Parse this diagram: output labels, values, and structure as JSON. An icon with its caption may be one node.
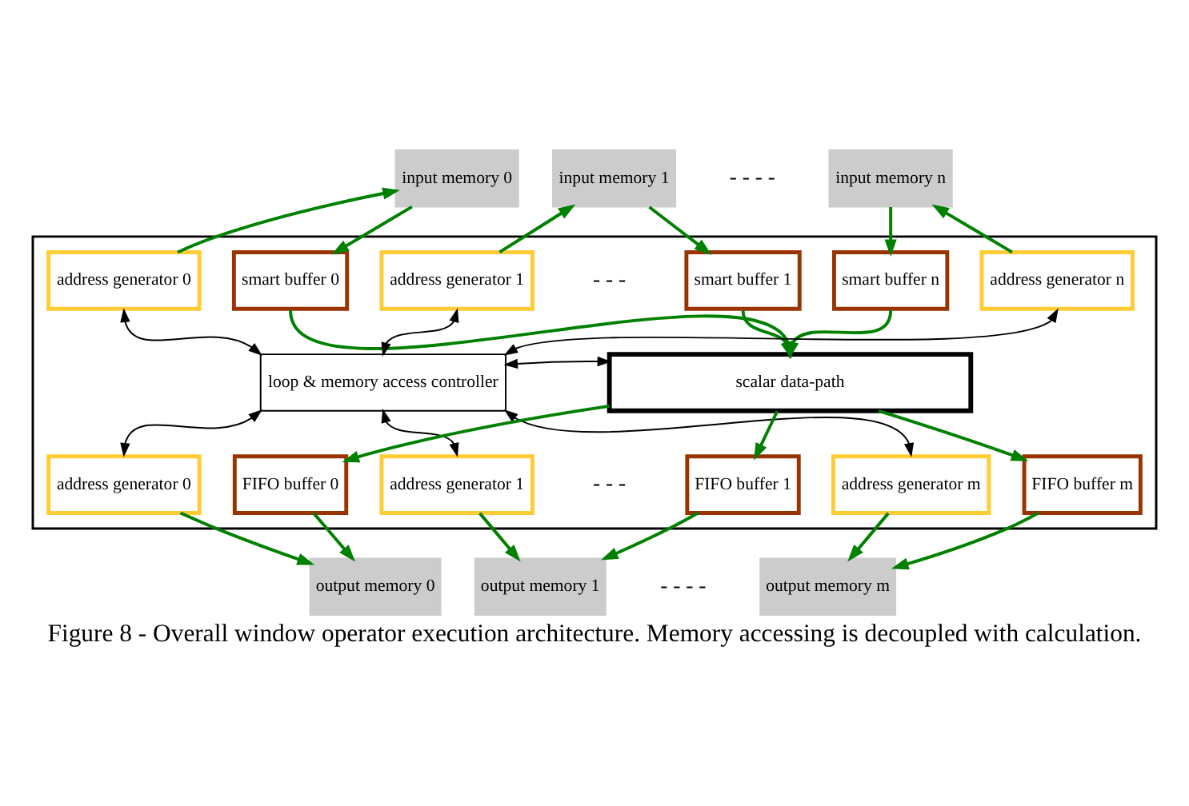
{
  "diagram": {
    "caption": "Figure 8 - Overall window operator execution architecture. Memory accessing is decoupled with calculation.",
    "nodes": [
      {
        "text": [
          "input memory 0"
        ]
      },
      {
        "text": [
          "input memory 1"
        ]
      },
      {
        "text": [
          "input memory n"
        ]
      },
      {
        "text": [],
        "shape": "box"
      },
      {
        "text": [
          "smart buffer 0"
        ],
        "in": 3
      },
      {
        "text": [
          "address generator 0"
        ],
        "in": 3
      },
      {
        "text": [
          "smart buffer 1"
        ],
        "in": 3
      },
      {
        "text": [
          "address generator 1"
        ],
        "in": 3
      },
      {
        "text": [
          "smart buffer n"
        ],
        "in": 3
      },
      {
        "text": [
          "address generator n"
        ],
        "in": 3
      },
      {
        "text": [
          "loop & memory access controller"
        ],
        "in": 3
      },
      {
        "text": [
          "scalar data-path"
        ],
        "in": 3
      },
      {
        "text": [
          "FIFO buffer 0"
        ],
        "in": 3
      },
      {
        "text": [
          "address generator 0"
        ],
        "in": 3
      },
      {
        "text": [
          "FIFO buffer 1"
        ],
        "in": 3
      },
      {
        "text": [
          "address generator 1"
        ],
        "in": 3
      },
      {
        "text": [
          "FIFO buffer m"
        ],
        "in": 3
      },
      {
        "text": [
          "address generator m"
        ],
        "in": 3
      },
      {
        "text": [
          "output memory 0"
        ]
      },
      {
        "text": [
          "output memory 1"
        ]
      },
      {
        "text": [
          "output memory m"
        ]
      }
    ],
    "edges": [
      {
        "from": 0,
        "to": 4,
        "arrow": "to"
      },
      {
        "from": 5,
        "to": 0,
        "arrow": "to"
      },
      {
        "from": 1,
        "to": 6,
        "arrow": "to"
      },
      {
        "from": 7,
        "to": 1,
        "arrow": "to"
      },
      {
        "from": 2,
        "to": 8,
        "arrow": "to"
      },
      {
        "from": 9,
        "to": 2,
        "arrow": "to"
      },
      {
        "from": 4,
        "to": 11,
        "arrow": "to"
      },
      {
        "from": 6,
        "to": 11,
        "arrow": "to"
      },
      {
        "from": 8,
        "to": 11,
        "arrow": "to"
      },
      {
        "from": 10,
        "to": 5,
        "arrow": "both",
        "color": "#000000"
      },
      {
        "from": 10,
        "to": 7,
        "arrow": "both",
        "color": "#000000"
      },
      {
        "from": 10,
        "to": 9,
        "arrow": "both",
        "color": "#000000"
      },
      {
        "from": 10,
        "to": 11,
        "arrow": "both",
        "color": "#000000"
      },
      {
        "from": 11,
        "to": 12,
        "arrow": "to"
      },
      {
        "from": 11,
        "to": 14,
        "arrow": "to"
      },
      {
        "from": 11,
        "to": 16,
        "arrow": "to"
      },
      {
        "from": 10,
        "to": 13,
        "arrow": "both",
        "color": "#000000"
      },
      {
        "from": 10,
        "to": 15,
        "arrow": "both",
        "color": "#000000"
      },
      {
        "from": 10,
        "to": 17,
        "arrow": "both",
        "color": "#000000"
      },
      {
        "from": 12,
        "to": 18,
        "arrow": "to"
      },
      {
        "from": 13,
        "to": 18,
        "arrow": "to"
      },
      {
        "from": 14,
        "to": 19,
        "arrow": "to"
      },
      {
        "from": 15,
        "to": 19,
        "arrow": "to"
      },
      {
        "from": 16,
        "to": 20,
        "arrow": "to"
      },
      {
        "from": 17,
        "to": 20,
        "arrow": "to"
      }
    ],
    "labels": [
      "- - - -",
      "- - -",
      "- - -",
      "- - - -"
    ]
  }
}
